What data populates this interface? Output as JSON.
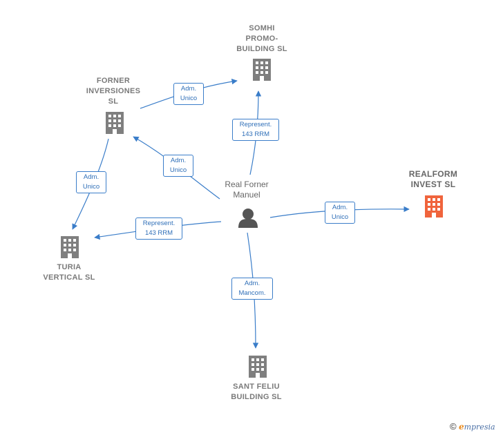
{
  "colors": {
    "edge": "#3a7dc9",
    "company": "#7f7f7f",
    "highlight_company": "#f0643c",
    "person": "#555555"
  },
  "nodes": {
    "person": {
      "label": "Real Forner\nManuel",
      "icon": "person-icon"
    },
    "somhi": {
      "label": "SOMHI\nPROMO-\nBUILDING  SL",
      "icon": "building-icon"
    },
    "forner": {
      "label": "FORNER\nINVERSIONES\nSL",
      "icon": "building-icon"
    },
    "realform": {
      "label": "REALFORM\nINVEST  SL",
      "icon": "building-icon"
    },
    "turia": {
      "label": "TURIA\nVERTICAL  SL",
      "icon": "building-icon"
    },
    "santfeliu": {
      "label": "SANT FELIU\nBUILDING  SL",
      "icon": "building-icon"
    }
  },
  "edges": {
    "forner_somhi": "Adm.\nUnico",
    "person_somhi": "Represent.\n143 RRM",
    "person_forner": "Adm.\nUnico",
    "forner_turia": "Adm.\nUnico",
    "person_turia": "Represent.\n143 RRM",
    "person_realform": "Adm.\nUnico",
    "person_santfeliu": "Adm.\nMancom."
  },
  "footer": {
    "copyright": "©",
    "brand_initial": "e",
    "brand_rest": "mpresia"
  }
}
